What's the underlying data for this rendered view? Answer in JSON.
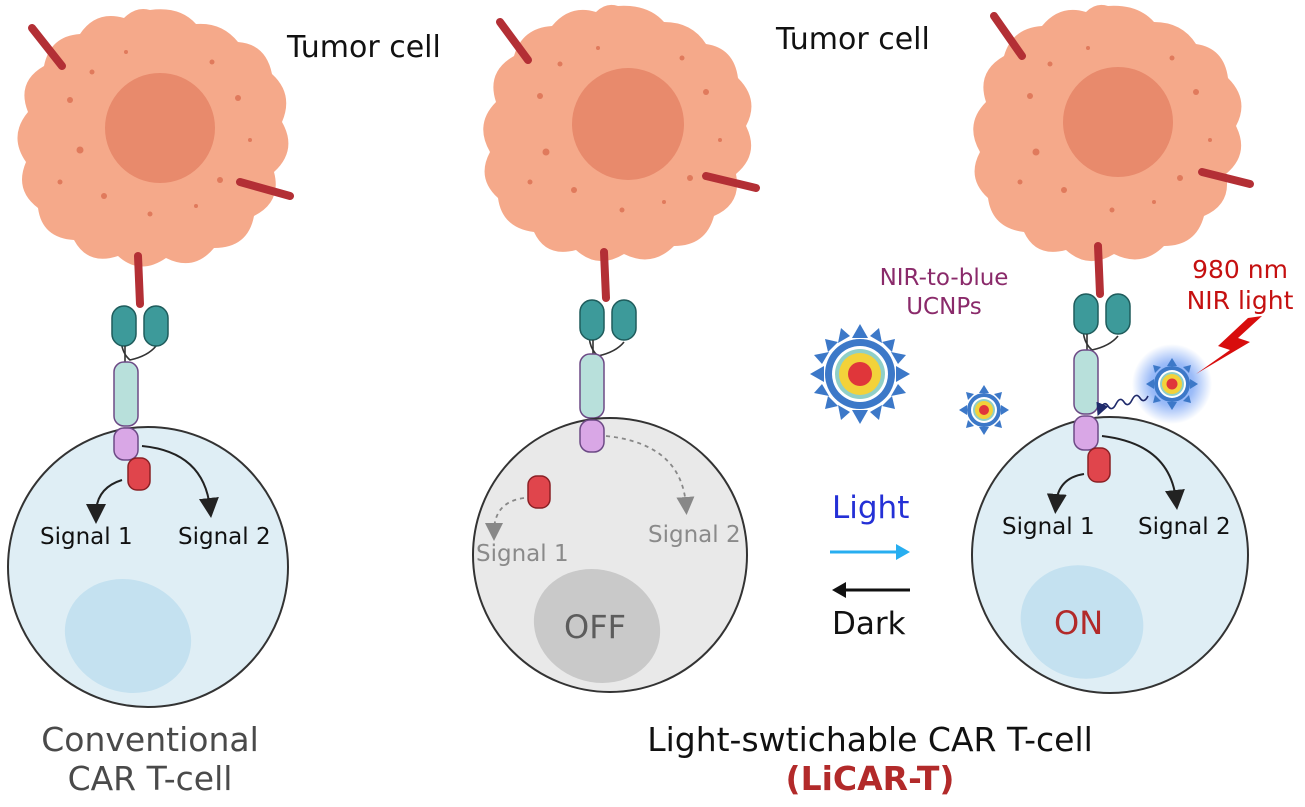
{
  "labels": {
    "tumor_left": "Tumor cell",
    "tumor_right": "Tumor cell",
    "conv_signal1": "Signal 1",
    "conv_signal2": "Signal 2",
    "off_signal1": "Signal 1",
    "off_signal2": "Signal 2",
    "on_signal1": "Signal 1",
    "on_signal2": "Signal 2",
    "off_state": "OFF",
    "on_state": "ON",
    "ucnp_line1": "NIR-to-blue",
    "ucnp_line2": "UCNPs",
    "nir_line1": "980 nm",
    "nir_line2": "NIR light",
    "light": "Light",
    "dark": "Dark",
    "caption_conv_line1": "Conventional",
    "caption_conv_line2": "CAR T-cell",
    "caption_licar_line1": "Light-swtichable CAR T-cell",
    "caption_licar_line2": "(LiCAR-T)"
  },
  "colors": {
    "tumor_fill": "#f5a98a",
    "tumor_nucleus": "#e88a6c",
    "antigen": "#b32f35",
    "receptor_teal": "#3d9a9a",
    "hinge_mint": "#b8e0db",
    "signal_domain_lilac": "#d9a7e6",
    "signal_block_red": "#e0454c",
    "tcell_fill": "#dfeef5",
    "tcell_nucleus": "#c4e1f0",
    "off_cell_fill": "#e9e9e9",
    "off_nucleus": "#c9c9c9",
    "ucnp_blue": "#3c78c8",
    "light_arrow": "#27aef0",
    "nir_bolt": "#d80d0d",
    "caption_red": "#b22a2a"
  }
}
